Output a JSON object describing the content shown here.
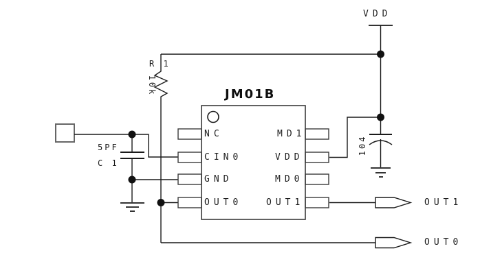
{
  "diagram": {
    "type": "circuit-schematic",
    "background_color": "#ffffff",
    "line_color": "#1a1a1a",
    "pad_stroke_color": "#666666",
    "power_net": {
      "label": "VDD"
    },
    "resistor": {
      "name": "R 1",
      "value": "10k"
    },
    "capacitor_c1": {
      "name": "C 1",
      "value": "5PF"
    },
    "bypass_capacitor": {
      "value": "104"
    },
    "ic": {
      "title": "JM01B",
      "left_pins": [
        "NC",
        "CIN0",
        "GND",
        "OUT0"
      ],
      "right_pins": [
        "MD1",
        "VDD",
        "MD0",
        "OUT1"
      ],
      "pin1_indicator": "circle-icon"
    },
    "ports": [
      {
        "label": "OUT1"
      },
      {
        "label": "OUT0"
      }
    ]
  }
}
